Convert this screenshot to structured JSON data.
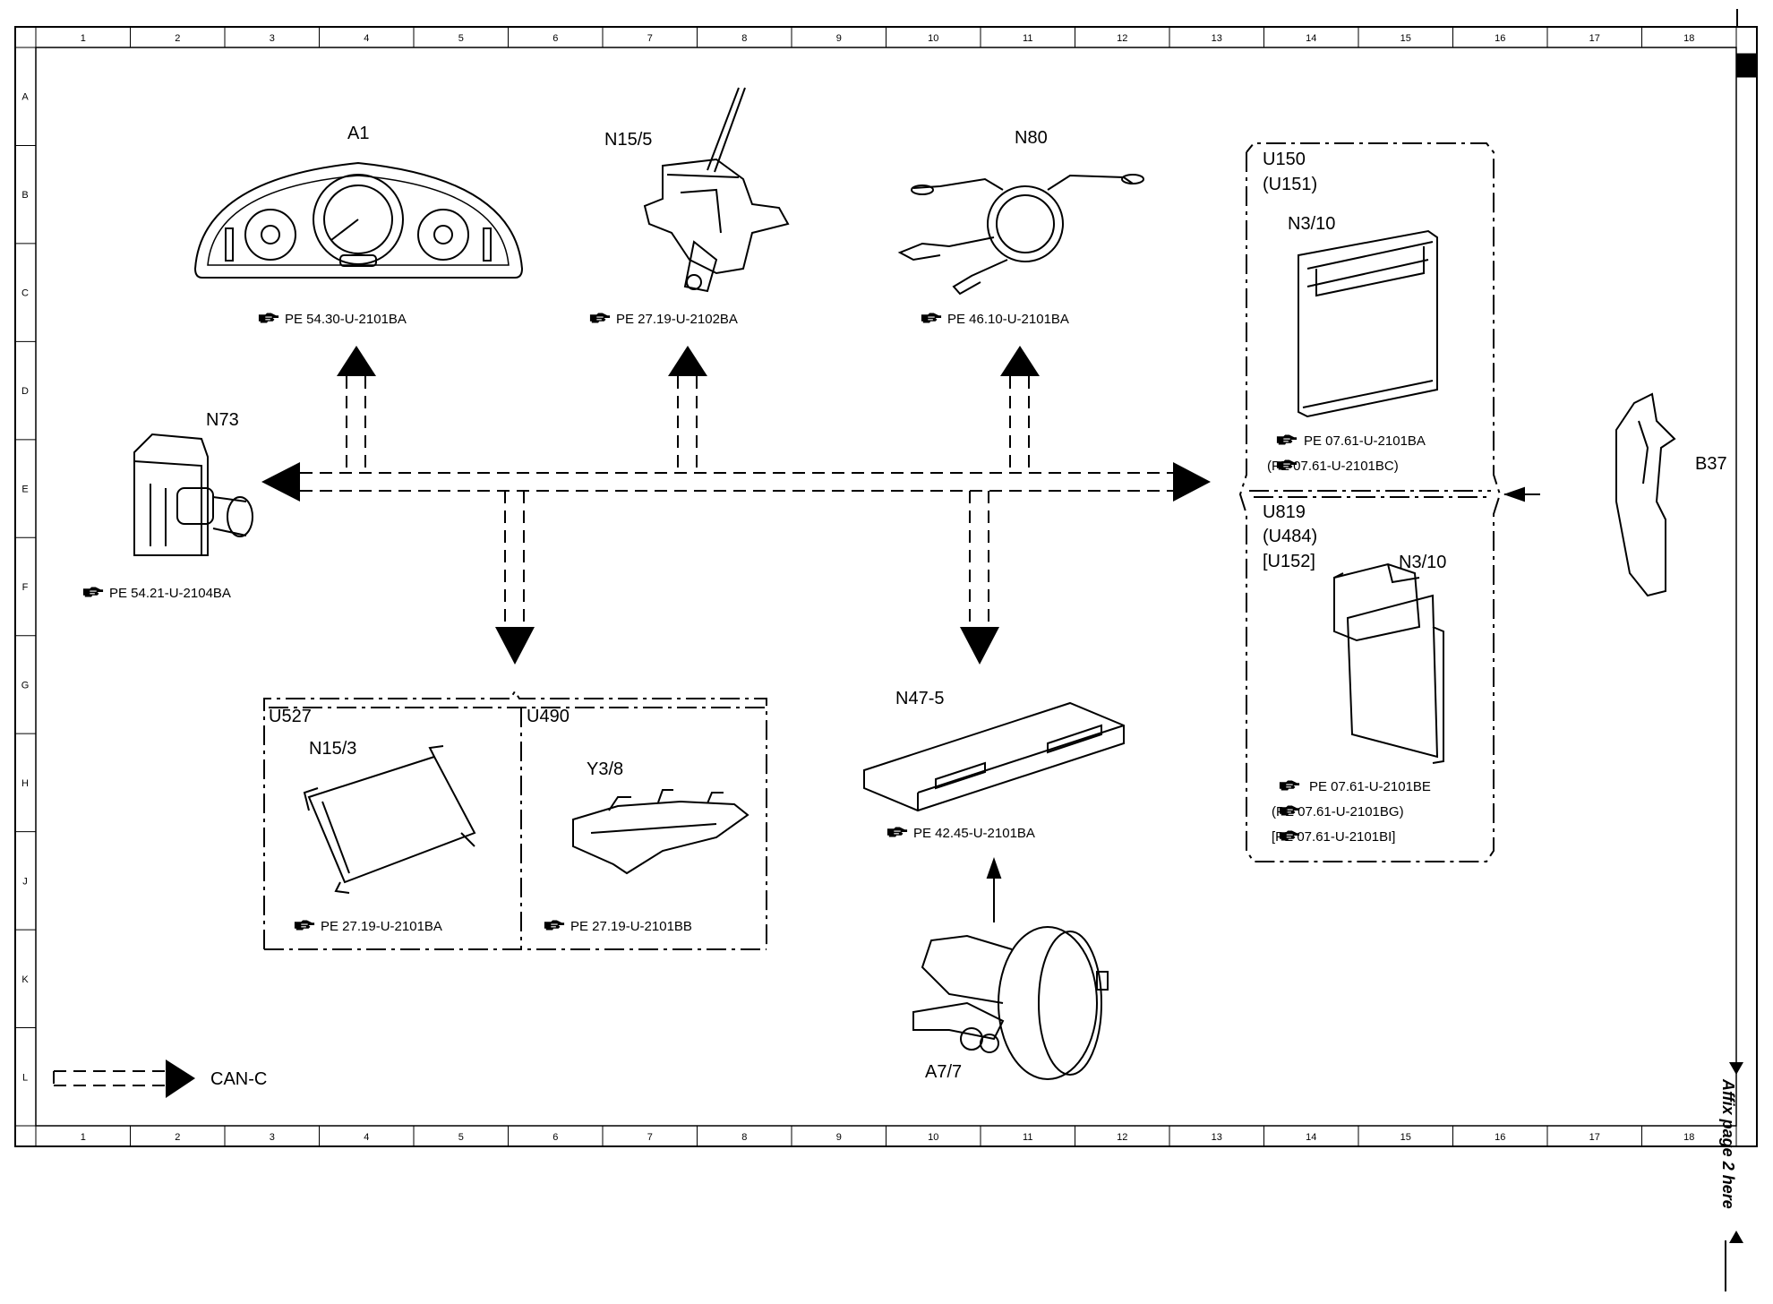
{
  "grid": {
    "columns": [
      "1",
      "2",
      "3",
      "4",
      "5",
      "6",
      "7",
      "8",
      "9",
      "10",
      "11",
      "12",
      "13",
      "14",
      "15",
      "16",
      "17",
      "18"
    ],
    "rows": [
      "A",
      "B",
      "C",
      "D",
      "E",
      "F",
      "G",
      "H",
      "J",
      "K",
      "L"
    ]
  },
  "components": {
    "a1": {
      "label": "A1",
      "ref": "PE 54.30-U-2101BA"
    },
    "n15_5": {
      "label": "N15/5",
      "ref": "PE 27.19-U-2102BA"
    },
    "n80": {
      "label": "N80",
      "ref": "PE 46.10-U-2101BA"
    },
    "n73": {
      "label": "N73",
      "ref": "PE 54.21-U-2104BA"
    },
    "n15_3": {
      "label": "N15/3",
      "ref": "PE 27.19-U-2101BA",
      "variant": "U527"
    },
    "y3_8": {
      "label": "Y3/8",
      "ref": "PE 27.19-U-2101BB",
      "variant": "U490"
    },
    "n47_5": {
      "label": "N47-5",
      "ref": "PE 42.45-U-2101BA"
    },
    "a7_7": {
      "label": "A7/7"
    },
    "n3_10_a": {
      "label": "N3/10",
      "variants": [
        "U150",
        "(U151)"
      ],
      "refs": [
        "PE 07.61-U-2101BA",
        "(PE 07.61-U-2101BC)"
      ]
    },
    "n3_10_b": {
      "label": "N3/10",
      "variants": [
        "U819",
        "(U484)",
        "[U152]"
      ],
      "refs": [
        "PE 07.61-U-2101BE",
        "(PE 07.61-U-2101BG)",
        "[PE 07.61-U-2101BI]"
      ]
    },
    "b37": {
      "label": "B37"
    }
  },
  "legend": {
    "label": "CAN-C"
  },
  "affix_note": "Affix page 2 here",
  "icons": {
    "reference": "pointing-hand-icon"
  }
}
